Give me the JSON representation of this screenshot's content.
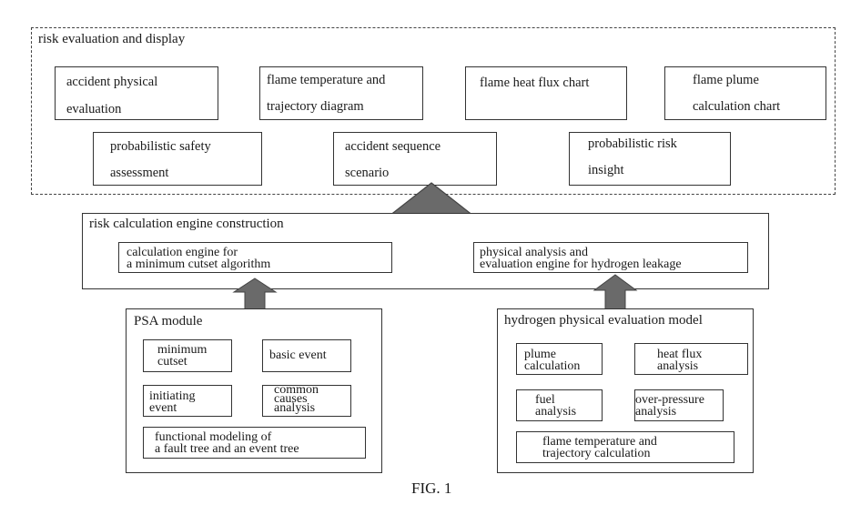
{
  "evaluation": {
    "title": "risk evaluation and display",
    "items": [
      {
        "line1": "accident physical",
        "line2": "evaluation"
      },
      {
        "line1": "flame temperature and",
        "line2": "trajectory diagram"
      },
      {
        "line1": "flame heat flux chart",
        "line2": ""
      },
      {
        "line1": "flame plume",
        "line2": "calculation chart"
      },
      {
        "line1": "probabilistic safety",
        "line2": "assessment"
      },
      {
        "line1": "accident sequence",
        "line2": "scenario"
      },
      {
        "line1": "probabilistic risk",
        "line2": "insight"
      }
    ]
  },
  "engine": {
    "title": "risk calculation engine construction",
    "left": {
      "line1": "calculation engine for",
      "line2": "a minimum cutset algorithm"
    },
    "right": {
      "line1": "physical analysis and",
      "line2": "evaluation engine for hydrogen leakage"
    }
  },
  "psa": {
    "title": "PSA module",
    "items": [
      {
        "line1": "minimum",
        "line2": "cutset"
      },
      {
        "line1": "basic event",
        "line2": ""
      },
      {
        "line1": "initiating",
        "line2": "event"
      },
      {
        "line1": "common",
        "line2": "causes",
        "line3": "analysis"
      },
      {
        "line1": "functional modeling of",
        "line2": "a fault tree and an event tree"
      }
    ]
  },
  "hydrogen": {
    "title": "hydrogen physical evaluation model",
    "items": [
      {
        "line1": "plume",
        "line2": "calculation"
      },
      {
        "line1": "heat flux",
        "line2": "analysis"
      },
      {
        "line1": "fuel",
        "line2": "analysis"
      },
      {
        "line1": "over-pressure",
        "line2": "analysis"
      },
      {
        "line1": "flame temperature and",
        "line2": "trajectory calculation"
      }
    ]
  },
  "caption": "FIG. 1"
}
